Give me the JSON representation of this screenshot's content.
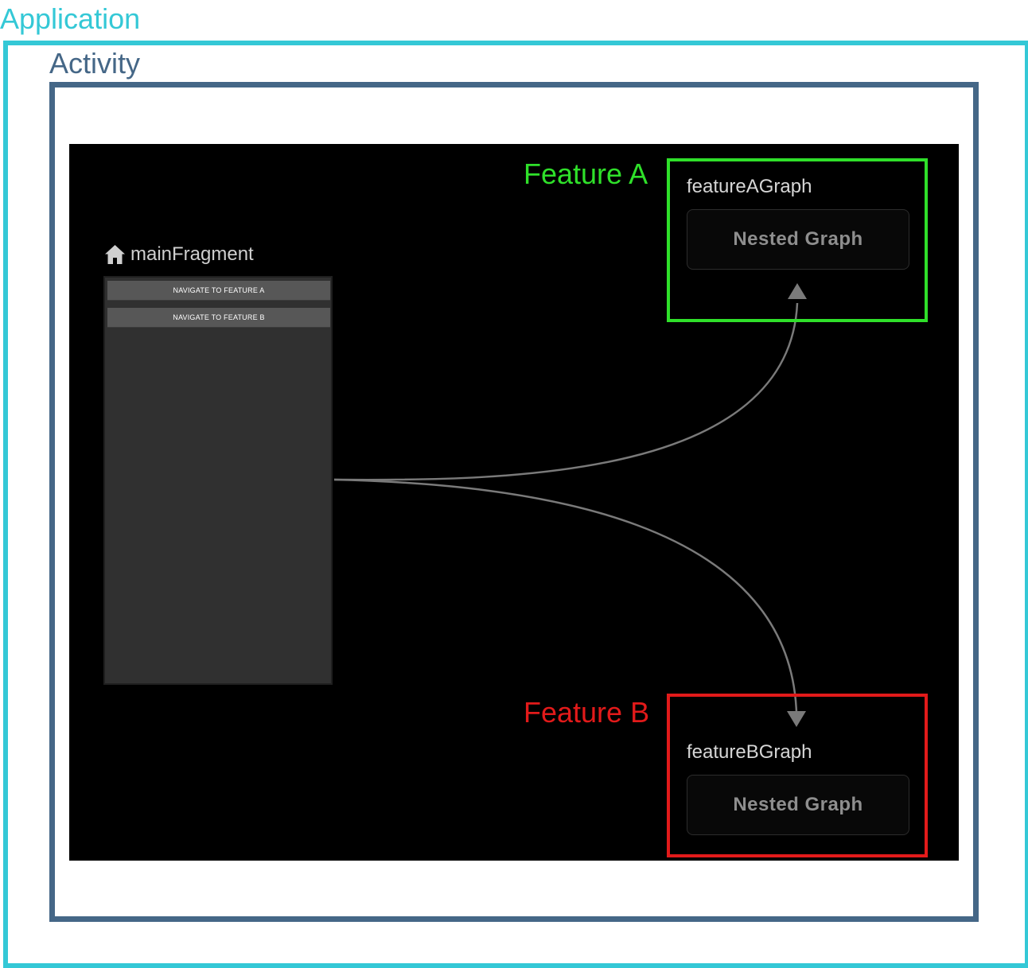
{
  "application": {
    "label": "Application",
    "color": "#34c8d6"
  },
  "activity": {
    "label": "Activity",
    "color": "#456787"
  },
  "graph": {
    "home_fragment": {
      "name": "mainFragment",
      "icon": "home-icon",
      "buttons": [
        {
          "label": "NAVIGATE TO FEATURE A"
        },
        {
          "label": "NAVIGATE TO FEATURE B"
        }
      ]
    },
    "feature_a": {
      "title": "Feature A",
      "color": "#2fe02a",
      "graph_name": "featureAGraph",
      "card_label": "Nested Graph"
    },
    "feature_b": {
      "title": "Feature B",
      "color": "#e21a1a",
      "graph_name": "featureBGraph",
      "card_label": "Nested Graph"
    }
  }
}
